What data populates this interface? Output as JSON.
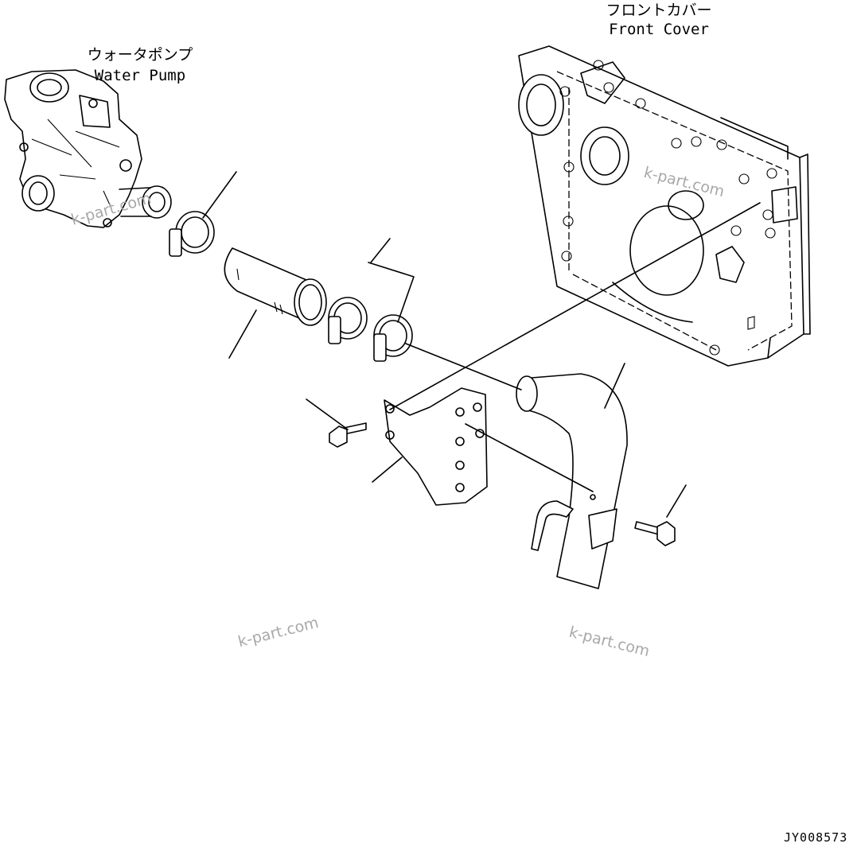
{
  "labels": {
    "water_pump_jp": "ウォータポンプ",
    "water_pump_en": "Water Pump",
    "front_cover_jp": "フロントカバー",
    "front_cover_en": "Front Cover"
  },
  "watermarks": [
    "k-part.com",
    "k-part.com",
    "k-part.com",
    "k-part.com"
  ],
  "drawing_code": "JY008573"
}
